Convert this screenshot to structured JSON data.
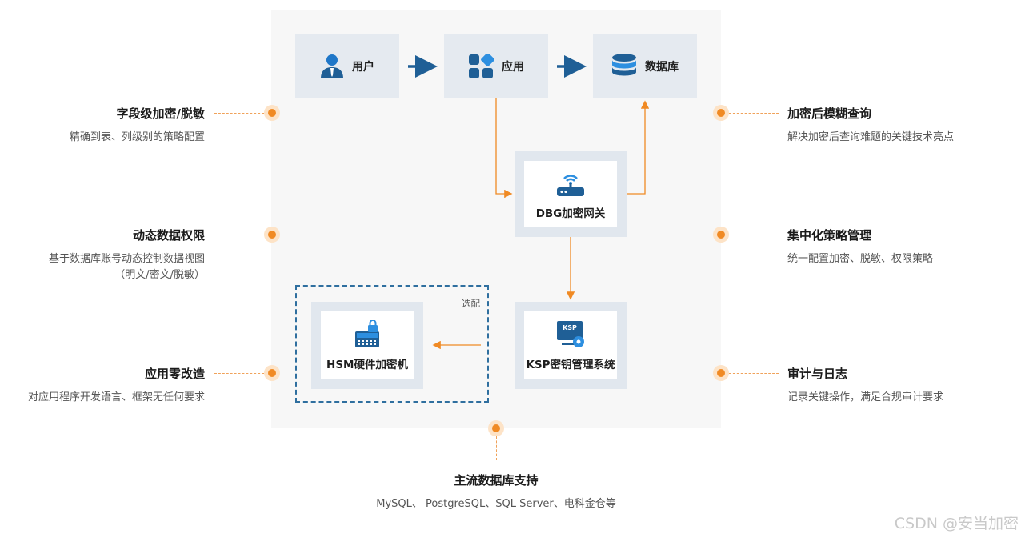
{
  "flow": {
    "user": {
      "label": "用户",
      "icon": "user-icon"
    },
    "app": {
      "label": "应用",
      "icon": "app-grid-icon"
    },
    "database": {
      "label": "数据库",
      "icon": "database-icon"
    },
    "gateway": {
      "label": "DBG加密网关",
      "icon": "router-icon"
    },
    "ksp": {
      "label": "KSP密钥管理系统",
      "icon": "ksp-icon",
      "badge": "KSP"
    },
    "hsm": {
      "label": "HSM硬件加密机",
      "icon": "hsm-icon"
    },
    "optional_label": "选配"
  },
  "features": {
    "left": [
      {
        "title": "字段级加密/脱敏",
        "desc": "精确到表、列级别的策略配置"
      },
      {
        "title": "动态数据权限",
        "desc": "基于数据库账号动态控制数据视图",
        "desc2": "（明文/密文/脱敏）"
      },
      {
        "title": "应用零改造",
        "desc": "对应用程序开发语言、框架无任何要求"
      }
    ],
    "right": [
      {
        "title": "加密后模糊查询",
        "desc": "解决加密后查询难题的关键技术亮点"
      },
      {
        "title": "集中化策略管理",
        "desc": "统一配置加密、脱敏、权限策略"
      },
      {
        "title": "审计与日志",
        "desc": "记录关键操作，满足合规审计要求"
      }
    ],
    "bottom": {
      "title": "主流数据库支持",
      "desc": "MySQL、 PostgreSQL、SQL Server、电科金仓等"
    }
  },
  "watermark": "CSDN @安当加密",
  "colors": {
    "accent_orange": "#f08a24",
    "dark_blue": "#1f5f96",
    "node_bg": "#e5eaf0"
  }
}
